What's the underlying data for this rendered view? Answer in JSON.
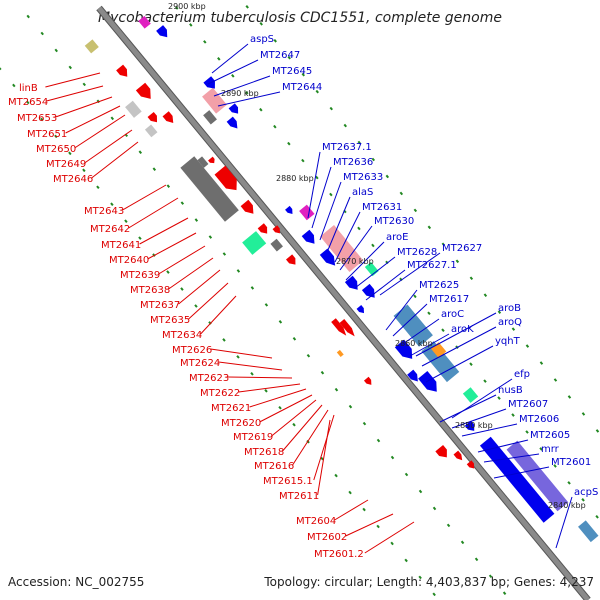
{
  "title": "Mycobacterium tuberculosis CDC1551, complete genome",
  "footer": {
    "accession": "Accession: NC_002755",
    "stats": "Topology: circular; Length: 4,403,837 bp; Genes: 4,237"
  },
  "scale_labels": [
    "2900 kbp",
    "2890 kbp",
    "2880 kbp",
    "2870 kbp",
    "2860 kbp",
    "2850 kbp",
    "2840 kbp"
  ],
  "left_labels": [
    "linB",
    "MT2654",
    "MT2653",
    "MT2651",
    "MT2650",
    "MT2649",
    "MT2646",
    "MT2643",
    "MT2642",
    "MT2641",
    "MT2640",
    "MT2639",
    "MT2638",
    "MT2637",
    "MT2635",
    "MT2634",
    "MT2626",
    "MT2624",
    "MT2623",
    "MT2622",
    "MT2621",
    "MT2620",
    "MT2619",
    "MT2618",
    "MT2616",
    "MT2615.1",
    "MT2611",
    "MT2604",
    "MT2602",
    "MT2601.2"
  ],
  "right_labels": [
    "aspS",
    "MT2647",
    "MT2645",
    "MT2644",
    "MT2637.1",
    "MT2636",
    "MT2633",
    "alaS",
    "MT2631",
    "MT2630",
    "aroE",
    "MT2628",
    "MT2627",
    "MT2627.1",
    "MT2625",
    "MT2617",
    "aroC",
    "aroK",
    "aroB",
    "aroQ",
    "yqhT",
    "efp",
    "nusB",
    "MT2607",
    "MT2606",
    "MT2605",
    "mrr",
    "MT2601",
    "acpS"
  ],
  "colors": {
    "backbone": "#8a8a8a",
    "reverse_strand": "#ee0000",
    "forward_strand": "#0000ee",
    "label_left": "#dd0000",
    "label_right": "#0000cc",
    "tick_green": "#228822",
    "gray_block": "#6e6e6e",
    "light_gray_block": "#c4c4c4",
    "pink_block": "#f2a0a8",
    "teal_block": "#4f8fbf",
    "green_block": "#22ee99",
    "magenta_block": "#e020c0",
    "purple_block": "#7766dd",
    "orange_block": "#ff9922",
    "olive_block": "#c8c070"
  }
}
